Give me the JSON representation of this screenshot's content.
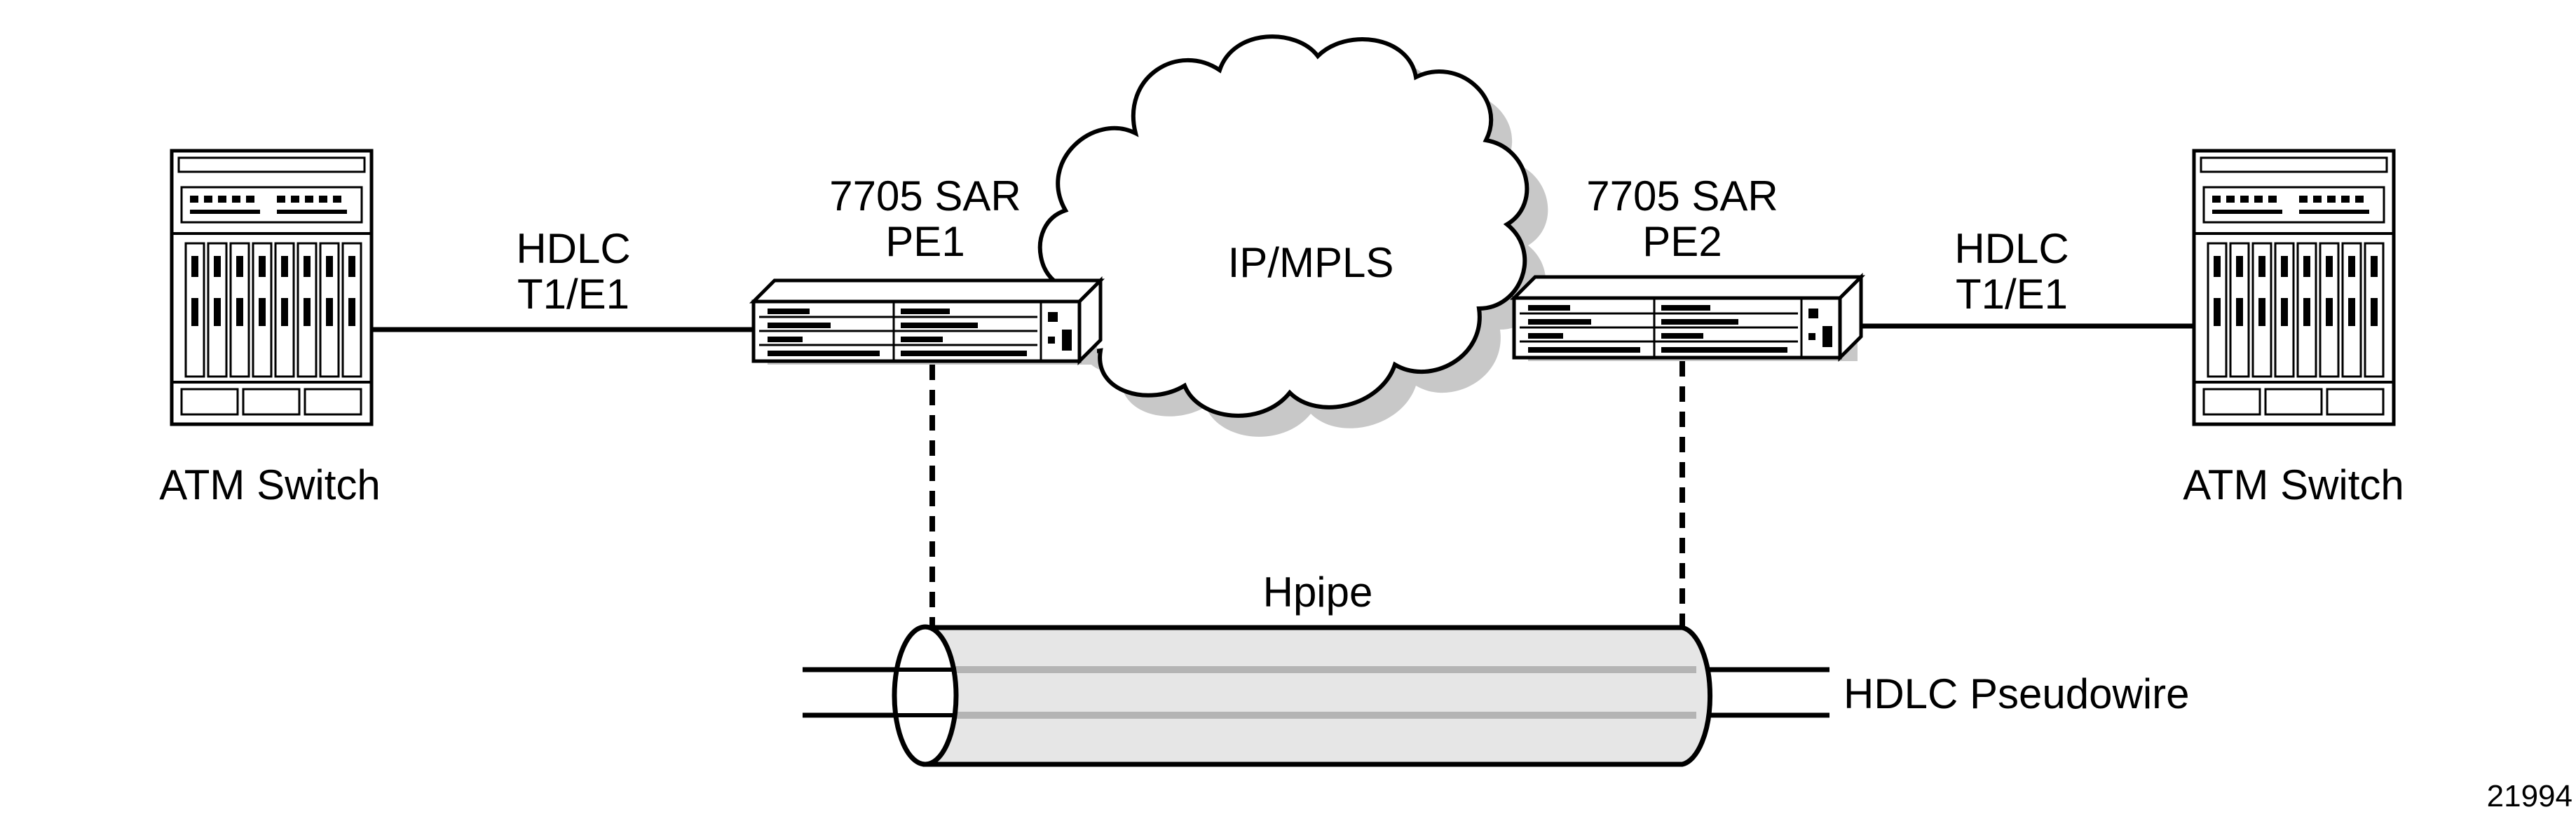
{
  "diagram": {
    "left_atm_label": "ATM Switch",
    "right_atm_label": "ATM Switch",
    "left_link_line1": "HDLC",
    "left_link_line2": "T1/E1",
    "right_link_line1": "HDLC",
    "right_link_line2": "T1/E1",
    "pe1_line1": "7705 SAR",
    "pe1_line2": "PE1",
    "pe2_line1": "7705 SAR",
    "pe2_line2": "PE2",
    "cloud_label": "IP/MPLS",
    "tunnel_label": "Hpipe",
    "pseudowire_label": "HDLC Pseudowire",
    "figure_id": "21994"
  },
  "colors": {
    "stroke": "#000000",
    "shadow": "#c8c8c8",
    "pipe_fill": "#e6e6e6",
    "pipe_stripe": "#b4b4b4",
    "background": "#ffffff"
  },
  "icons": [
    "atm-switch-icon",
    "router-icon",
    "cloud-icon",
    "tunnel-icon"
  ]
}
